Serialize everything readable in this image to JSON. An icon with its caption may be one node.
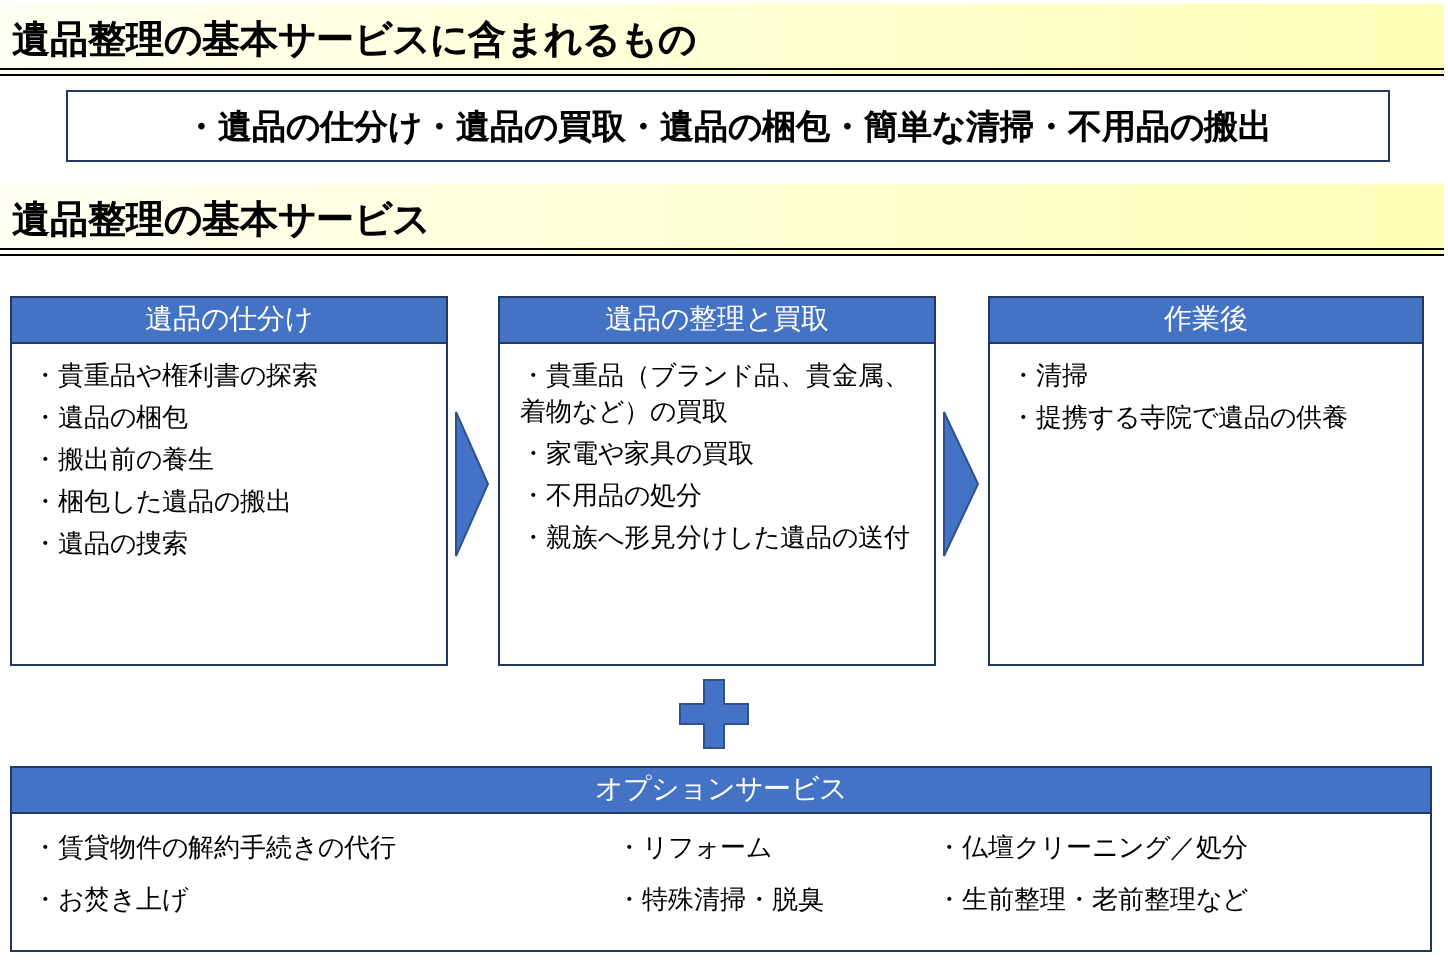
{
  "diagram": {
    "nodes": [
      {
        "text": [
          "遺品整理の基本サービスに含まれるもの"
        ]
      },
      {
        "text": [
          "・遺品の仕分け・遺品の買取・遺品の梱包・簡単な清掃・不用品の搬出"
        ]
      },
      {
        "text": [
          "遺品整理の基本サービス"
        ]
      },
      {
        "text": [
          "遺品の仕分け",
          "・貴重品や権利書の探索",
          "・遺品の梱包",
          "・搬出前の養生",
          "・梱包した遺品の搬出",
          "・遺品の捜索"
        ]
      },
      {
        "text": [
          "遺品の整理と買取",
          "・貴重品（ブランド品、貴金属、着物など）の買取",
          "・家電や家具の買取",
          "・不用品の処分",
          "・親族へ形見分けした遺品の送付"
        ]
      },
      {
        "text": [
          "作業後",
          "・清掃",
          "・提携する寺院で遺品の供養"
        ]
      },
      {
        "text": [
          "オプションサービス",
          "・賃貸物件の解約手続きの代行",
          "・リフォーム",
          "・仏壇クリーニング／処分",
          "・お焚き上げ",
          "・特殊清掃・脱臭",
          "・生前整理・老前整理など"
        ]
      }
    ],
    "edges": [
      {
        "from": 3,
        "to": 4,
        "arrow": "to"
      },
      {
        "from": 4,
        "to": 5,
        "arrow": "to"
      }
    ]
  }
}
